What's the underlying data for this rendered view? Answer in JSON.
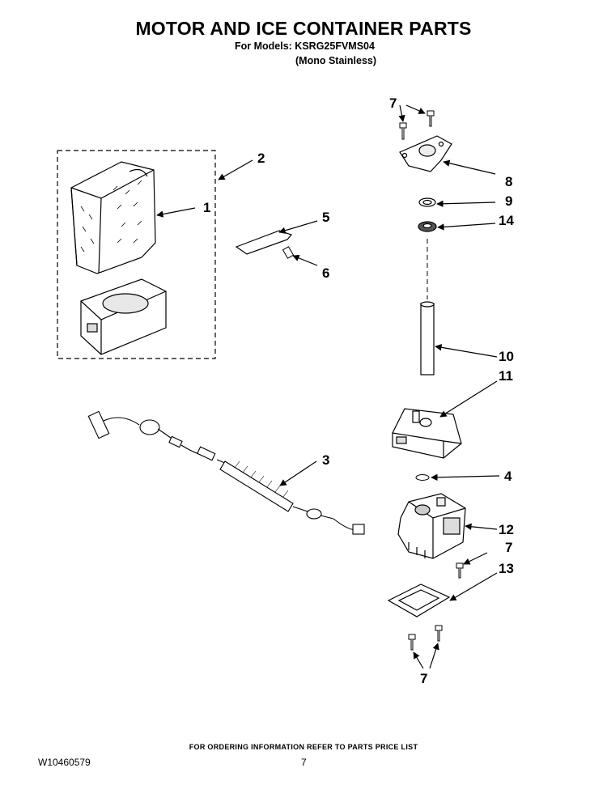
{
  "header": {
    "title": "MOTOR AND ICE CONTAINER PARTS",
    "models_line": "For Models: KSRG25FVMS04",
    "variant": "(Mono Stainless)"
  },
  "callouts": {
    "c1": "1",
    "c2": "2",
    "c3": "3",
    "c4": "4",
    "c5": "5",
    "c6": "6",
    "c7a": "7",
    "c7b": "7",
    "c7c": "7",
    "c8": "8",
    "c9": "9",
    "c10": "10",
    "c11": "11",
    "c12": "12",
    "c13": "13",
    "c14": "14"
  },
  "footer": {
    "note": "FOR ORDERING INFORMATION REFER TO PARTS PRICE LIST",
    "doc_id": "W10460579",
    "page": "7"
  }
}
